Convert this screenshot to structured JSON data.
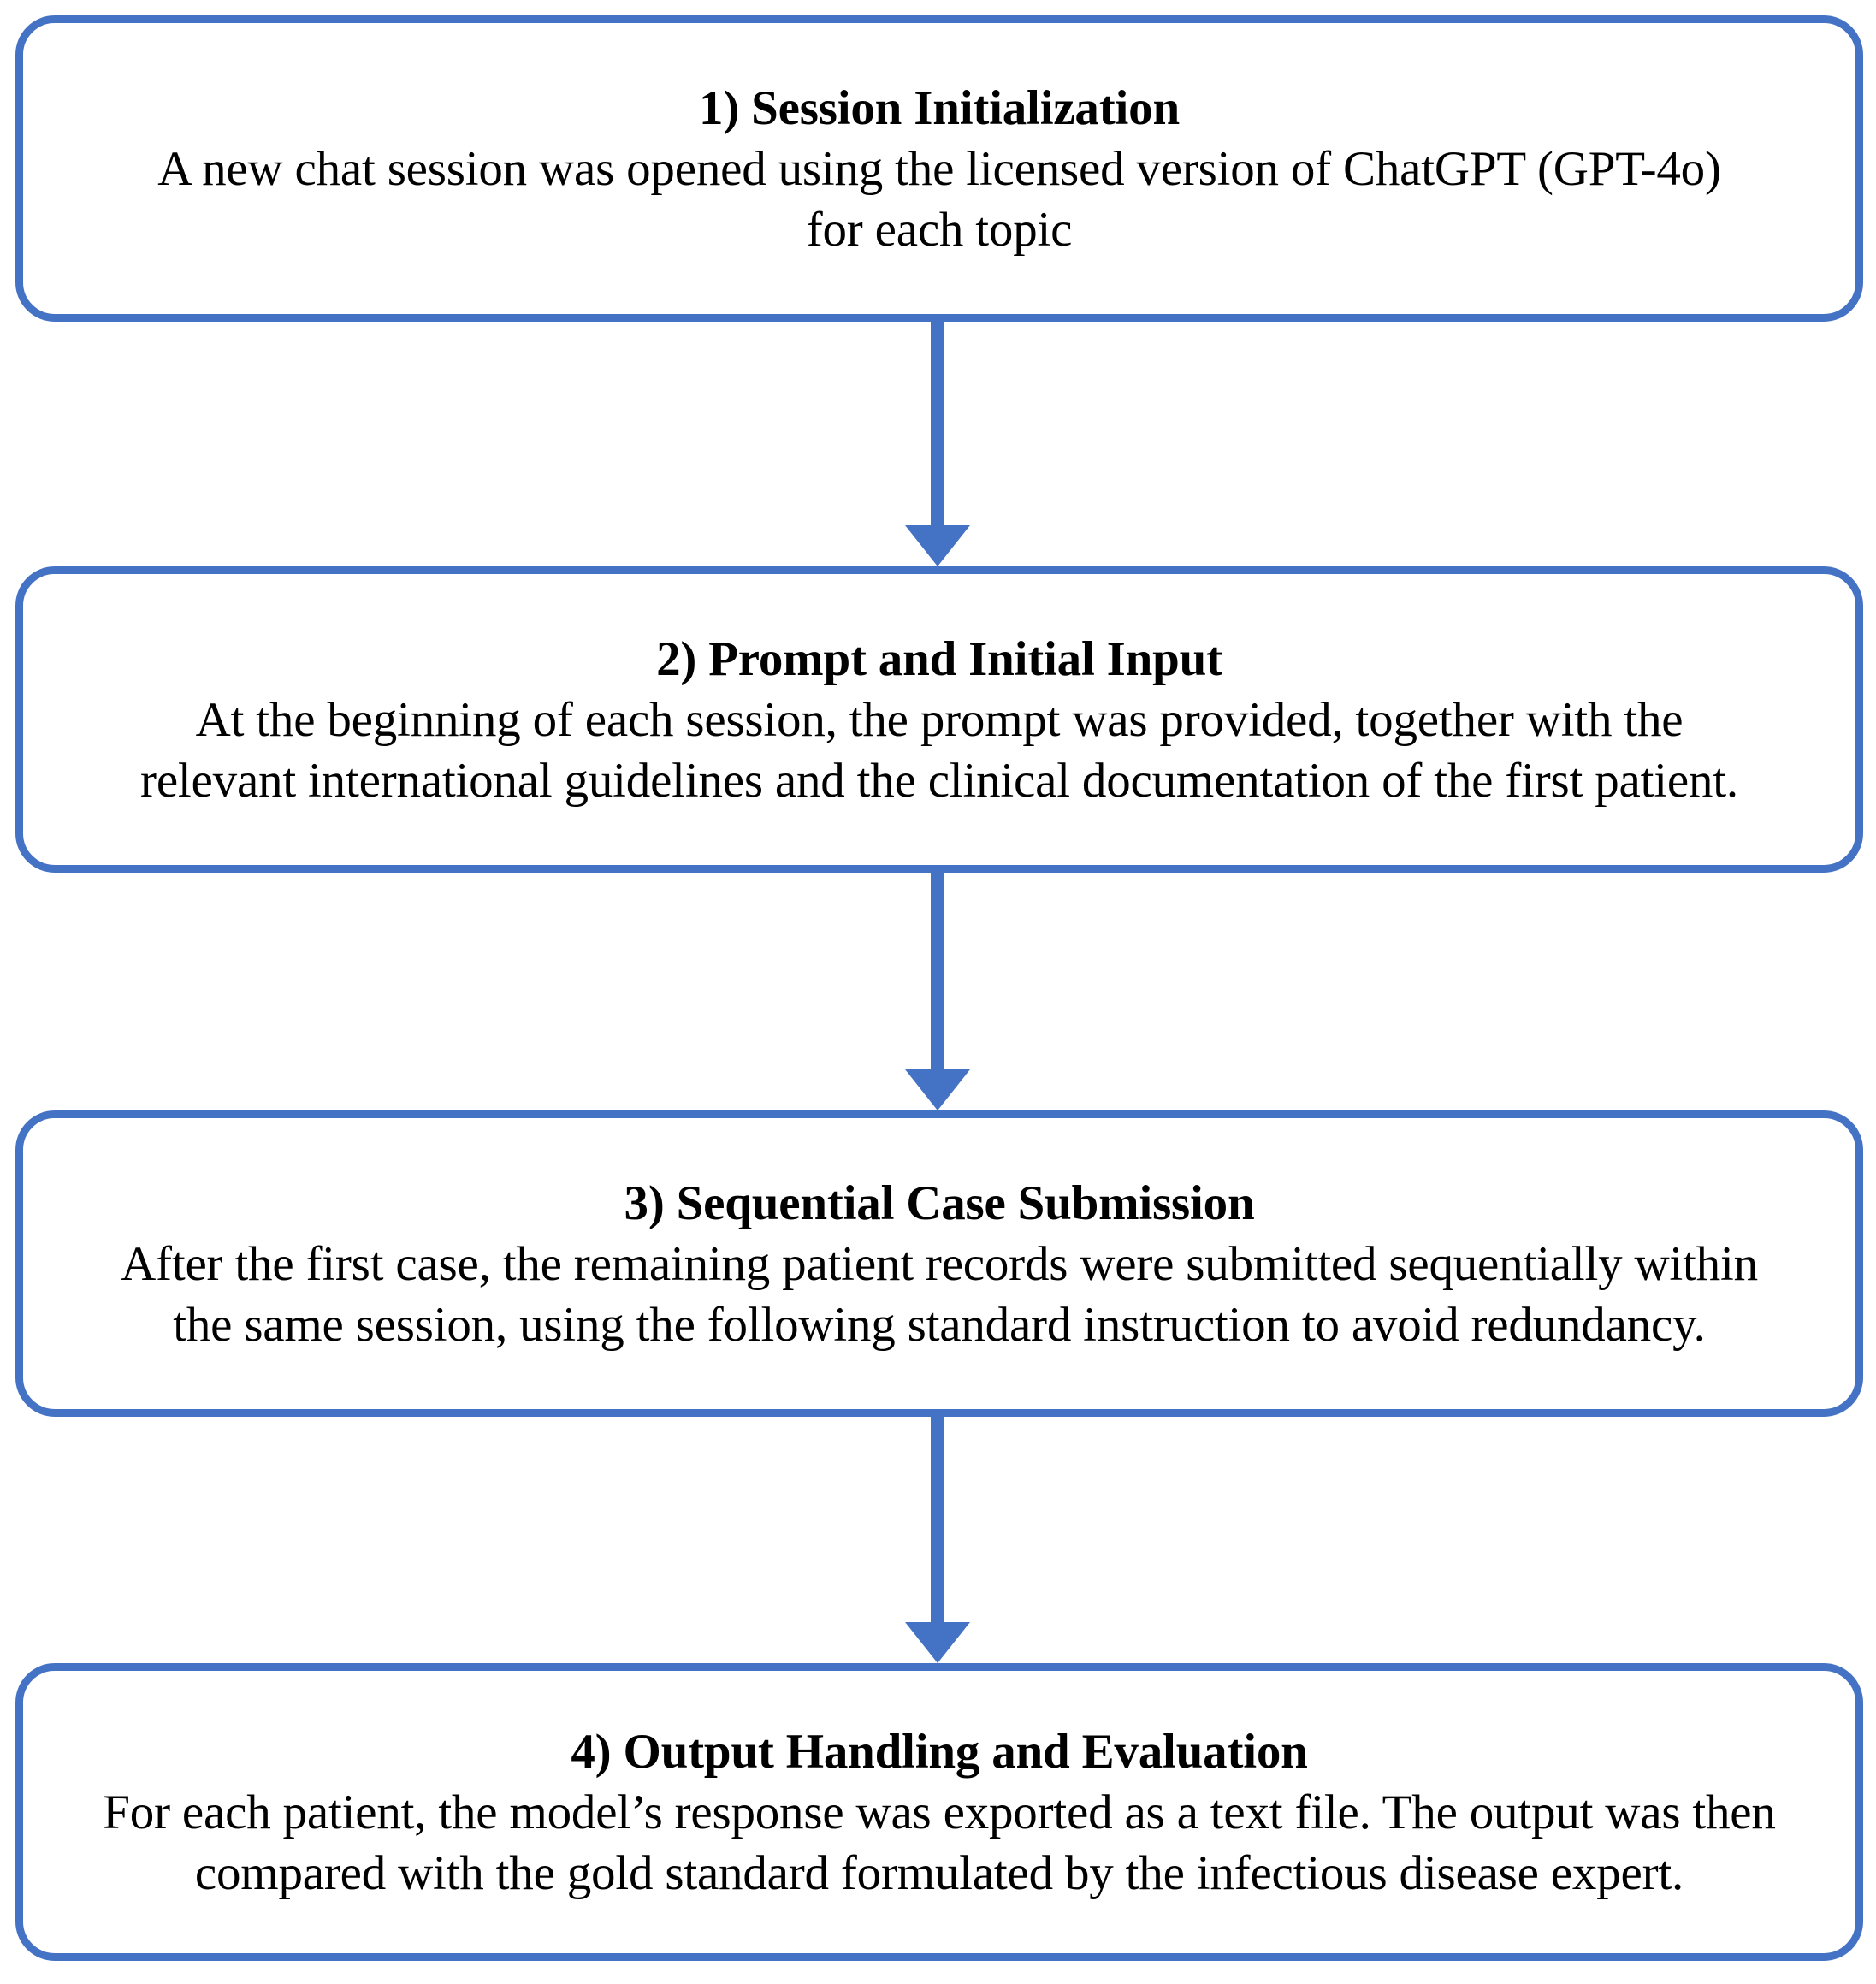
{
  "diagram": {
    "title": "Study workflow flowchart",
    "accent_color": "#4472C4",
    "background_color": "#FFFFFF",
    "text_color": "#000000",
    "orientation": "vertical-top-down",
    "steps": [
      {
        "id": "step-1",
        "number": "1)",
        "title": "1) Session Initialization",
        "body": "A new chat session was opened using the licensed version of ChatGPT (GPT-4o) for each topic"
      },
      {
        "id": "step-2",
        "number": "2)",
        "title": "2) Prompt and Initial Input",
        "body": "At the beginning of each session, the prompt was provided, together with the relevant international guidelines and the clinical documentation of the first patient."
      },
      {
        "id": "step-3",
        "number": "3)",
        "title": "3) Sequential Case Submission",
        "body": "After the first case, the remaining patient records were submitted sequentially within the same session, using the following standard instruction to avoid redundancy."
      },
      {
        "id": "step-4",
        "number": "4)",
        "title": "4) Output Handling and Evaluation",
        "body": "For each patient, the model’s response was exported as a text file. The output was then compared with the gold standard formulated by the infectious disease expert."
      }
    ],
    "connectors": [
      {
        "id": "arrow-1-2",
        "from": "step-1",
        "to": "step-2",
        "glyph": "down-arrow"
      },
      {
        "id": "arrow-2-3",
        "from": "step-2",
        "to": "step-3",
        "glyph": "down-arrow"
      },
      {
        "id": "arrow-3-4",
        "from": "step-3",
        "to": "step-4",
        "glyph": "down-arrow"
      }
    ]
  }
}
